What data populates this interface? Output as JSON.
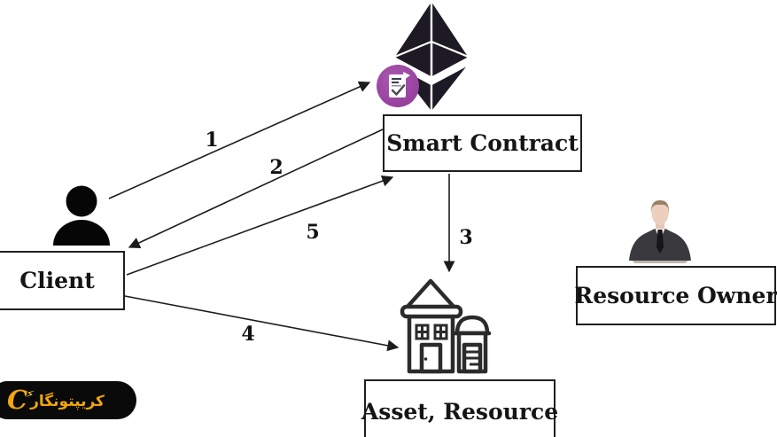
{
  "diagram": {
    "nodes": {
      "smart_contract": {
        "label": "Smart Contract"
      },
      "client": {
        "label": "Client"
      },
      "resource_owner": {
        "label": "Resource Owner"
      },
      "asset_resource": {
        "label": "Asset, Resource"
      }
    },
    "arrows": [
      {
        "label": "1",
        "from": "Client",
        "to": "Smart Contract badge"
      },
      {
        "label": "2",
        "from": "Smart Contract",
        "to": "Client"
      },
      {
        "label": "3",
        "from": "Smart Contract",
        "to": "Asset, Resource"
      },
      {
        "label": "4",
        "from": "Client",
        "to": "Asset, Resource"
      },
      {
        "label": "5",
        "from": "Client",
        "to": "Smart Contract"
      }
    ],
    "icons": {
      "ethereum": "ethereum-diamond-logo",
      "contract_badge": "document-check-icon",
      "client": "person-silhouette-icon",
      "resource_owner": "businessman-figure",
      "asset": "house-and-silo-icon"
    }
  },
  "watermark": {
    "logo_letter": "C",
    "lightning": "⚡",
    "text": "کریپتونگار"
  },
  "colors": {
    "badge_purple": "#9b46a2",
    "eth_dark": "#1e1a25",
    "watermark_gold": "#f0a50a",
    "pill_background": "#0a0a0a",
    "line_color": "#1c1c1c"
  }
}
